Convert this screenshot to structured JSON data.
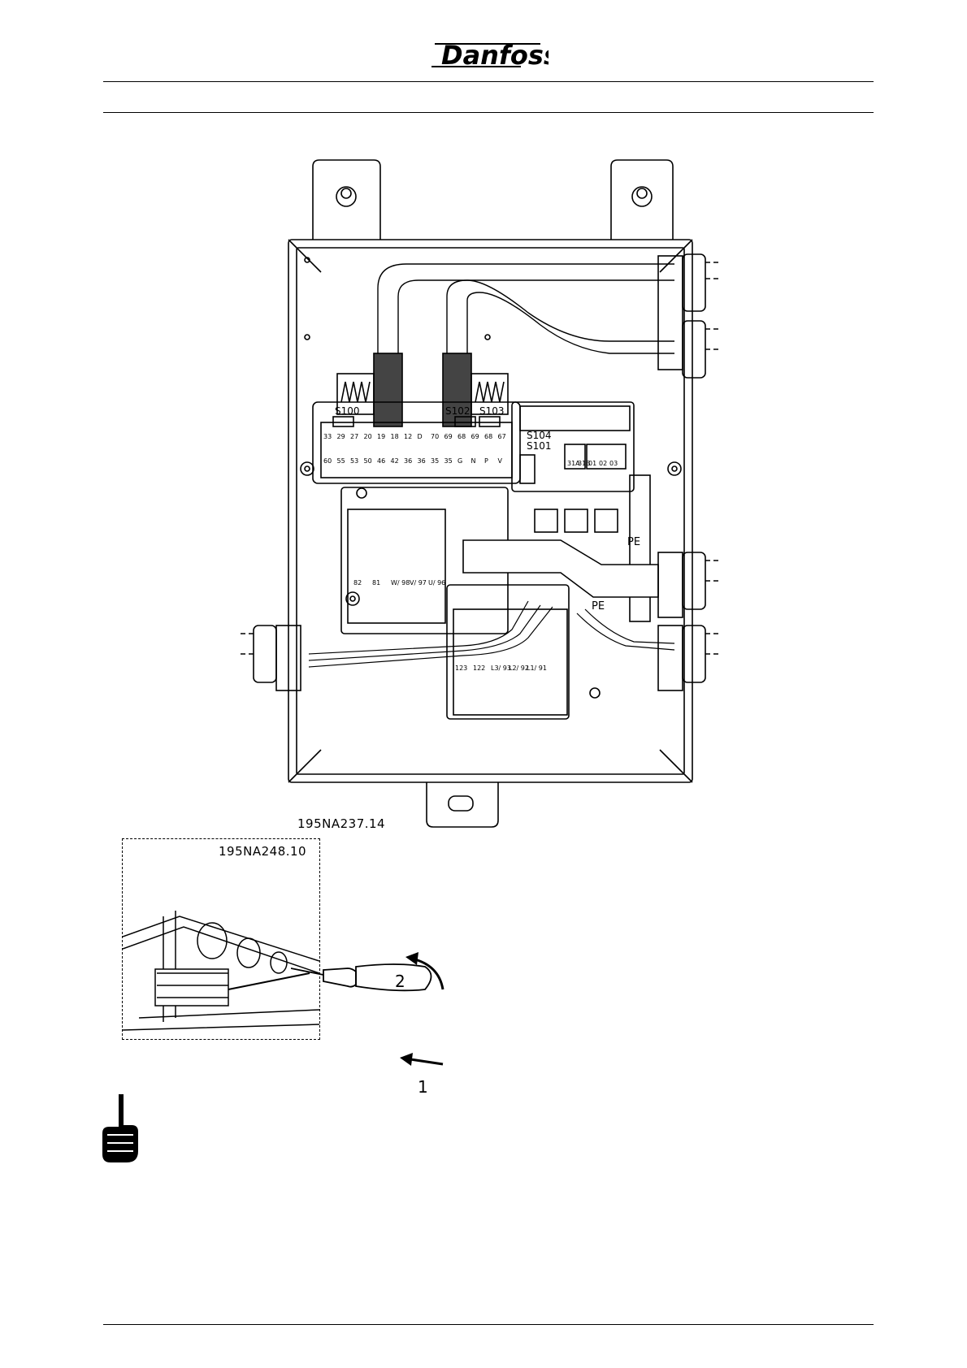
{
  "header": {
    "logo_text": "Danfoss"
  },
  "figures": {
    "main_code": "195NA237.14",
    "inset_code": "195NA248.10"
  },
  "switches": [
    "S100",
    "S102",
    "S103",
    "S104",
    "S101"
  ],
  "terminals_top": [
    "33",
    "29",
    "27",
    "20",
    "19",
    "18",
    "12",
    "D",
    "70",
    "69",
    "68",
    "69",
    "68",
    "67"
  ],
  "terminals_bottom": [
    "60",
    "55",
    "53",
    "50",
    "46",
    "42",
    "36",
    "36",
    "35",
    "35",
    "G",
    "N",
    "P",
    "V"
  ],
  "relay_terminals": [
    "31A",
    "31B",
    "01",
    "02",
    "03"
  ],
  "motor_terminals": [
    "82",
    "81",
    "W/ 98",
    "V/ 97",
    "U/ 96"
  ],
  "mains_terminals": [
    "123",
    "122",
    "L3/ 93",
    "L2/ 92",
    "L1/ 91"
  ],
  "pe_labels": [
    "PE",
    "PE"
  ],
  "steps": {
    "step1": "1",
    "step2": "2"
  },
  "icons": {
    "note": "pointing-hand-icon"
  }
}
